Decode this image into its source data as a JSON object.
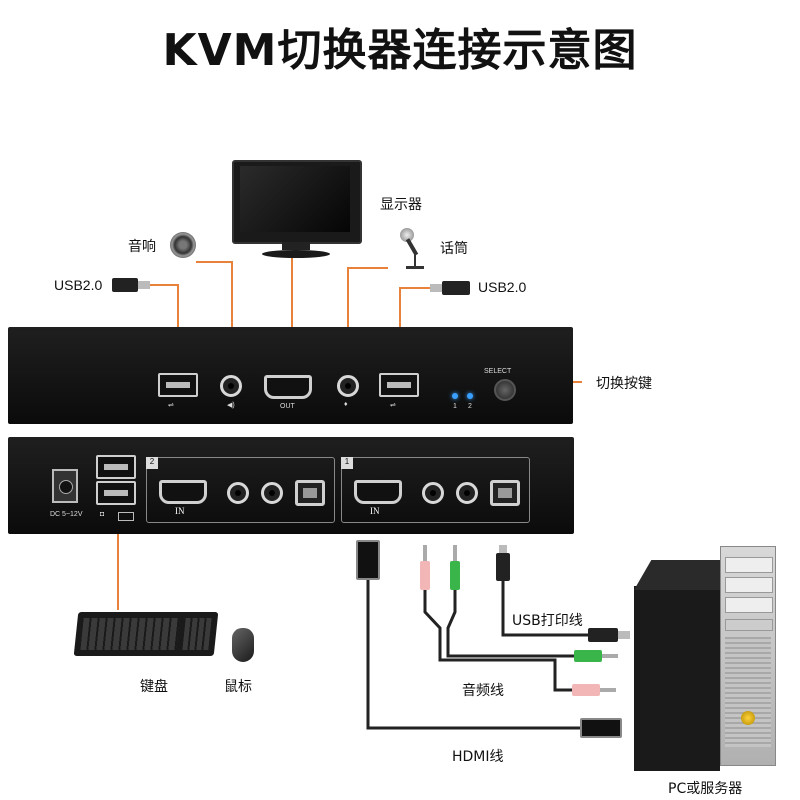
{
  "title": "KVM切换器连接示意图",
  "labels": {
    "monitor": "显示器",
    "speaker": "音响",
    "microphone": "话筒",
    "usb_left": "USB2.0",
    "usb_right": "USB2.0",
    "switch_button": "切换按键",
    "keyboard": "键盘",
    "mouse": "鼠标",
    "usb_printer_cable": "USB打印线",
    "audio_cable": "音频线",
    "hdmi_cable": "HDMI线",
    "pc_server": "PC或服务器"
  },
  "front_panel": {
    "out_label": "OUT",
    "select_label": "SELECT",
    "led_1": "1",
    "led_2": "2"
  },
  "rear_panel": {
    "dc_label": "DC 5~12V",
    "port_group_2": "2",
    "port_group_1": "1",
    "in_label_2": "IN",
    "in_label_1": "IN"
  },
  "colors": {
    "cable_orange": "#e8823a",
    "cable_dark": "#222222",
    "led_blue": "#3aa0ff"
  }
}
